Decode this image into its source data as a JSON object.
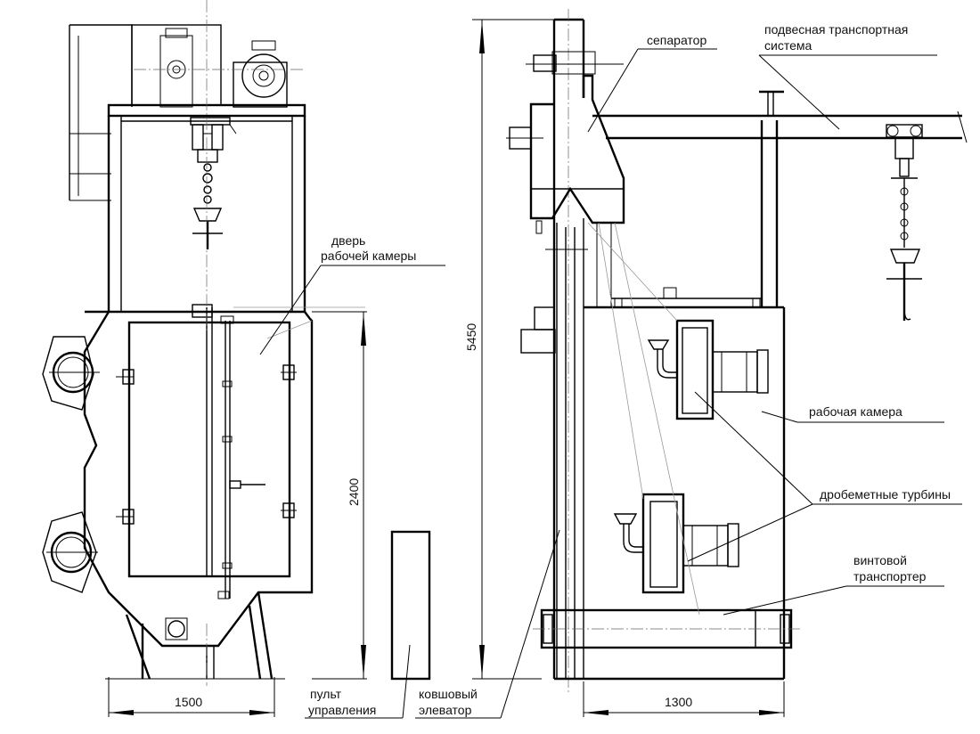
{
  "labels": {
    "separator": "сепаратор",
    "overhead_conveyor": [
      "подвесная транспортная",
      "система"
    ],
    "chamber_door": [
      "дверь",
      "рабочей камеры"
    ],
    "working_chamber": "рабочая камера",
    "shot_turbines": "дробеметные турбины",
    "screw_conveyor": [
      "винтовой",
      "транспортер"
    ],
    "control_panel": [
      "пульт",
      "управления"
    ],
    "bucket_elevator": [
      "ковшовый",
      "элеватор"
    ]
  },
  "dimensions": {
    "front_width": "1500",
    "door_height": "2400",
    "total_height": "5450",
    "side_width": "1300"
  }
}
